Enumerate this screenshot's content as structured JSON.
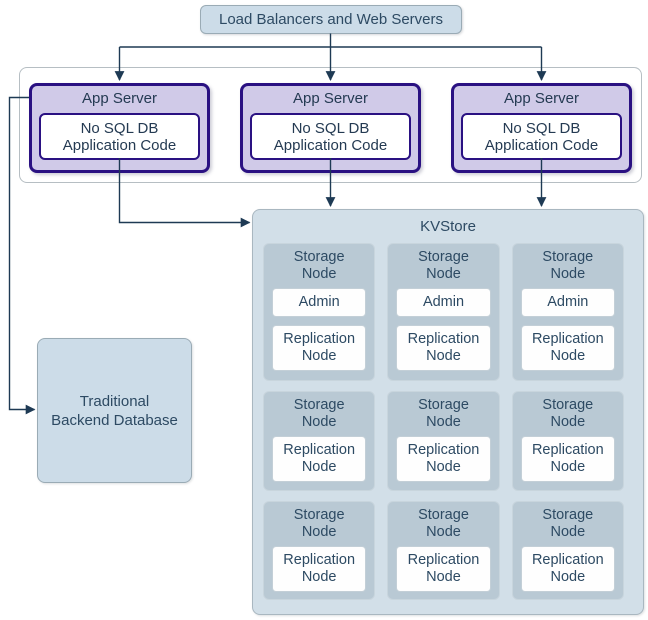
{
  "load_balancer_box": {
    "label": "Load Balancers and Web Servers"
  },
  "app_server_group": {
    "servers": [
      {
        "title": "App Server",
        "code_label": "No SQL DB\nApplication Code"
      },
      {
        "title": "App Server",
        "code_label": "No SQL DB\nApplication Code"
      },
      {
        "title": "App Server",
        "code_label": "No SQL DB\nApplication Code"
      }
    ]
  },
  "backend_db_box": {
    "label": "Traditional\nBackend Database"
  },
  "kvstore": {
    "title": "KVStore",
    "storage_nodes": [
      {
        "title": "Storage\nNode",
        "components": [
          "Admin",
          "Replication\nNode"
        ]
      },
      {
        "title": "Storage\nNode",
        "components": [
          "Admin",
          "Replication\nNode"
        ]
      },
      {
        "title": "Storage\nNode",
        "components": [
          "Admin",
          "Replication\nNode"
        ]
      },
      {
        "title": "Storage\nNode",
        "components": [
          "Replication\nNode"
        ]
      },
      {
        "title": "Storage\nNode",
        "components": [
          "Replication\nNode"
        ]
      },
      {
        "title": "Storage\nNode",
        "components": [
          "Replication\nNode"
        ]
      },
      {
        "title": "Storage\nNode",
        "components": [
          "Replication\nNode"
        ]
      },
      {
        "title": "Storage\nNode",
        "components": [
          "Replication\nNode"
        ]
      },
      {
        "title": "Storage\nNode",
        "components": [
          "Replication\nNode"
        ]
      }
    ]
  },
  "colors": {
    "arrow": "#1e3a54",
    "text": "#2d4a63",
    "purple_text": "#243a52",
    "blue_fill": "#ccdce8",
    "blue_border": "#9aabb5",
    "purple_fill": "#d0cae8",
    "purple_border": "#2a1182",
    "group_border": "#b6bec3",
    "kv_fill": "#d2dfe8",
    "kv_border": "#a9b7c0",
    "node_fill": "#b9c9d4",
    "node_border": "#c8d5dd",
    "white_box_border": "#c3cfd7"
  }
}
